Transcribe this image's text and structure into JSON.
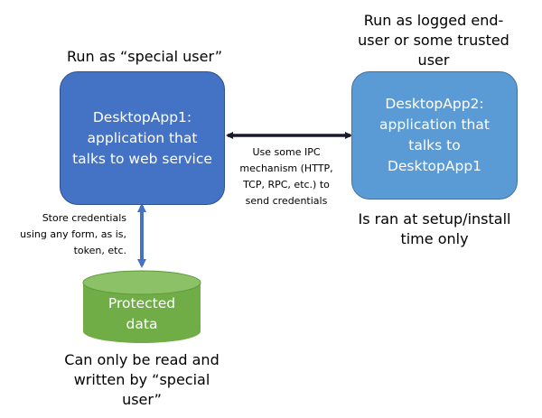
{
  "labels": {
    "app1_caption": "Run as “special user”",
    "app2_caption_lines": [
      "Run as logged end-",
      "user or some trusted",
      "user"
    ],
    "app2_note_lines": [
      "Is ran at setup/install",
      "time only"
    ],
    "ipc_note_lines": [
      "Use some IPC",
      "mechanism (HTTP,",
      "TCP, RPC, etc.) to",
      "send credentials"
    ],
    "store_note_lines": [
      "Store credentials",
      "using any form, as is,",
      "token, etc."
    ],
    "db_caption_lines": [
      "Can only be read and",
      "written by “special",
      "user”"
    ]
  },
  "nodes": {
    "desktop_app1": {
      "lines": [
        "DesktopApp1:",
        "application that",
        "talks to web service"
      ],
      "color": "#4472c4"
    },
    "desktop_app2": {
      "lines": [
        "DesktopApp2:",
        "application that",
        "talks to",
        "DesktopApp1"
      ],
      "color": "#5b9bd5"
    },
    "protected_data": {
      "lines": [
        "Protected",
        "data"
      ],
      "color": "#70ad47"
    }
  },
  "edges": [
    {
      "from": "desktop_app1",
      "to": "desktop_app2",
      "bidirectional": true,
      "color": "#1a1a2e"
    },
    {
      "from": "desktop_app1",
      "to": "protected_data",
      "bidirectional": true,
      "color": "#4472c4"
    }
  ]
}
